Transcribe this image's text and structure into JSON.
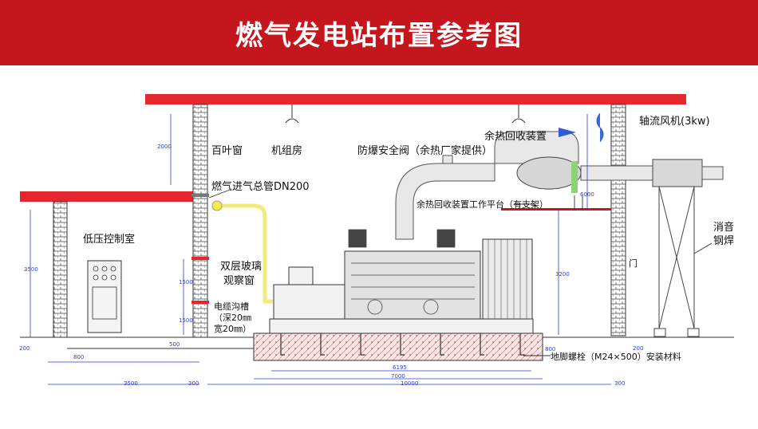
{
  "title": "燃气发电站布置参考图",
  "colors": {
    "banner": "#c4161c",
    "roof": "#e5262e",
    "dimension": "#2b3fd6",
    "gas_pipe": "#f2ea7a",
    "arrow": "#2f5bd8"
  },
  "labels": {
    "low_voltage_room": "低压控制室",
    "louver_window": "百叶窗",
    "genset_room": "机组房",
    "gas_main_pipe": "燃气进气总管DN200",
    "double_glass": "双层玻璃",
    "observation_window": "观察窗",
    "explosion_valve": "防爆安全阀（余热厂家提供）",
    "heat_recovery": "余热回收装置",
    "heat_platform": "余热回收装置工作平台（有支架）",
    "axial_fan": "轴流风机(3kw)",
    "silencer": "消音",
    "steel_weld": "钢焊",
    "door": "门",
    "cable_trench": "电缆沟槽",
    "trench_depth": "（深20㎜",
    "trench_width": "宽20㎜）",
    "anchor_bolt": "地脚螺栓（M24×500）安装材料"
  },
  "dimensions": {
    "d2000": "2000",
    "d3500": "3500",
    "d1500a": "1500",
    "d1500b": "1500",
    "d200l": "200",
    "d500": "500",
    "d6000": "6000",
    "d3200": "3200",
    "d800": "800",
    "d200r": "200",
    "b800": "800",
    "b3500": "3500",
    "b300l": "300",
    "b6195": "6195",
    "b7000": "7000",
    "b10000": "10000",
    "b300r": "300"
  }
}
